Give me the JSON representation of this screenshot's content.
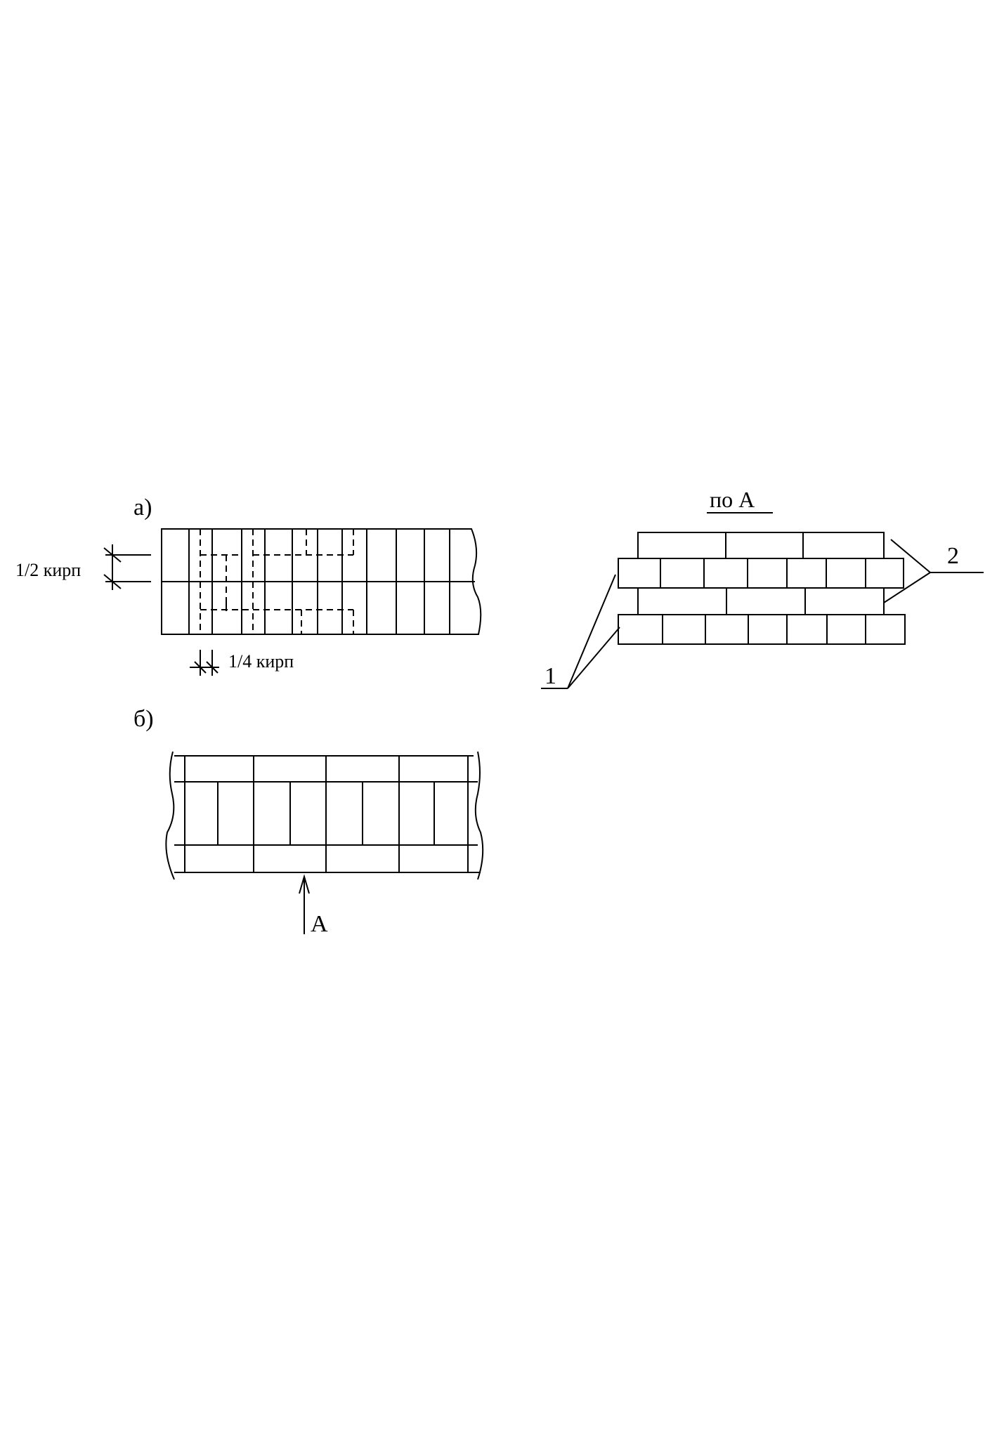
{
  "labels": {
    "fig_a": "а)",
    "fig_b": "б)",
    "half_brick": "1/2 кирп",
    "quarter_brick": "1/4 кирп",
    "view_title": "по А",
    "leader_1": "1",
    "leader_2": "2",
    "section_arrow": "А"
  },
  "colors": {
    "line": "#000000",
    "background": "#ffffff"
  }
}
